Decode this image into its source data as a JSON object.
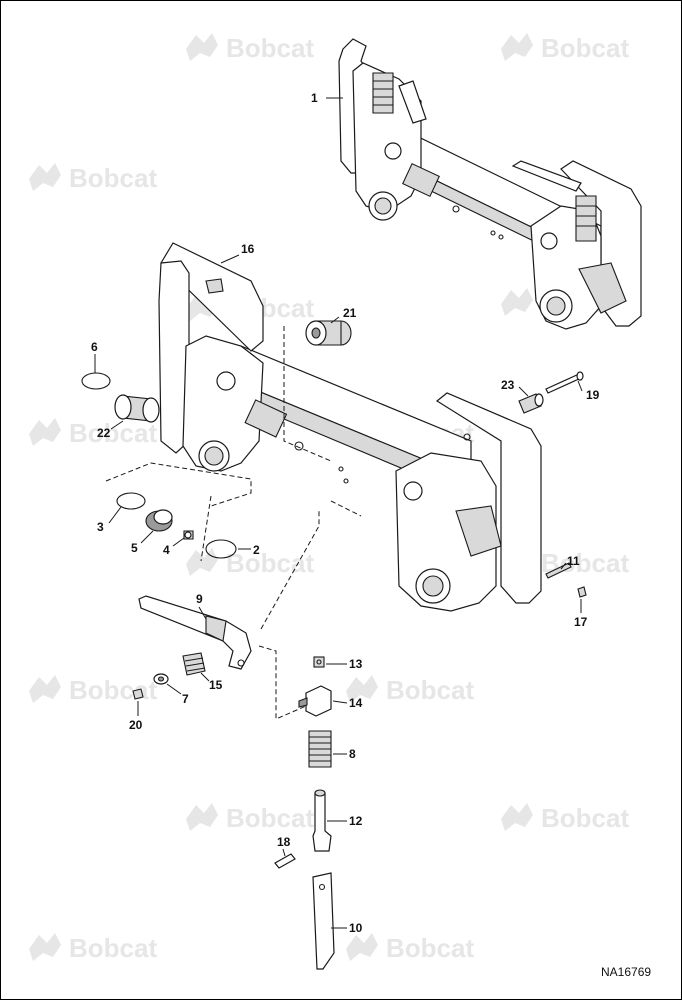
{
  "watermark": {
    "text": "Bobcat",
    "color": "#e6e6e6"
  },
  "drawing_id": "NA16769",
  "callouts": {
    "c1": "1",
    "c2": "2",
    "c3": "3",
    "c4": "4",
    "c5": "5",
    "c6": "6",
    "c7": "7",
    "c8": "8",
    "c9": "9",
    "c10": "10",
    "c11": "11",
    "c12": "12",
    "c13": "13",
    "c14": "14",
    "c15": "15",
    "c16": "16",
    "c17": "17",
    "c18": "18",
    "c19": "19",
    "c20": "20",
    "c21": "21",
    "c22": "22",
    "c23": "23"
  }
}
